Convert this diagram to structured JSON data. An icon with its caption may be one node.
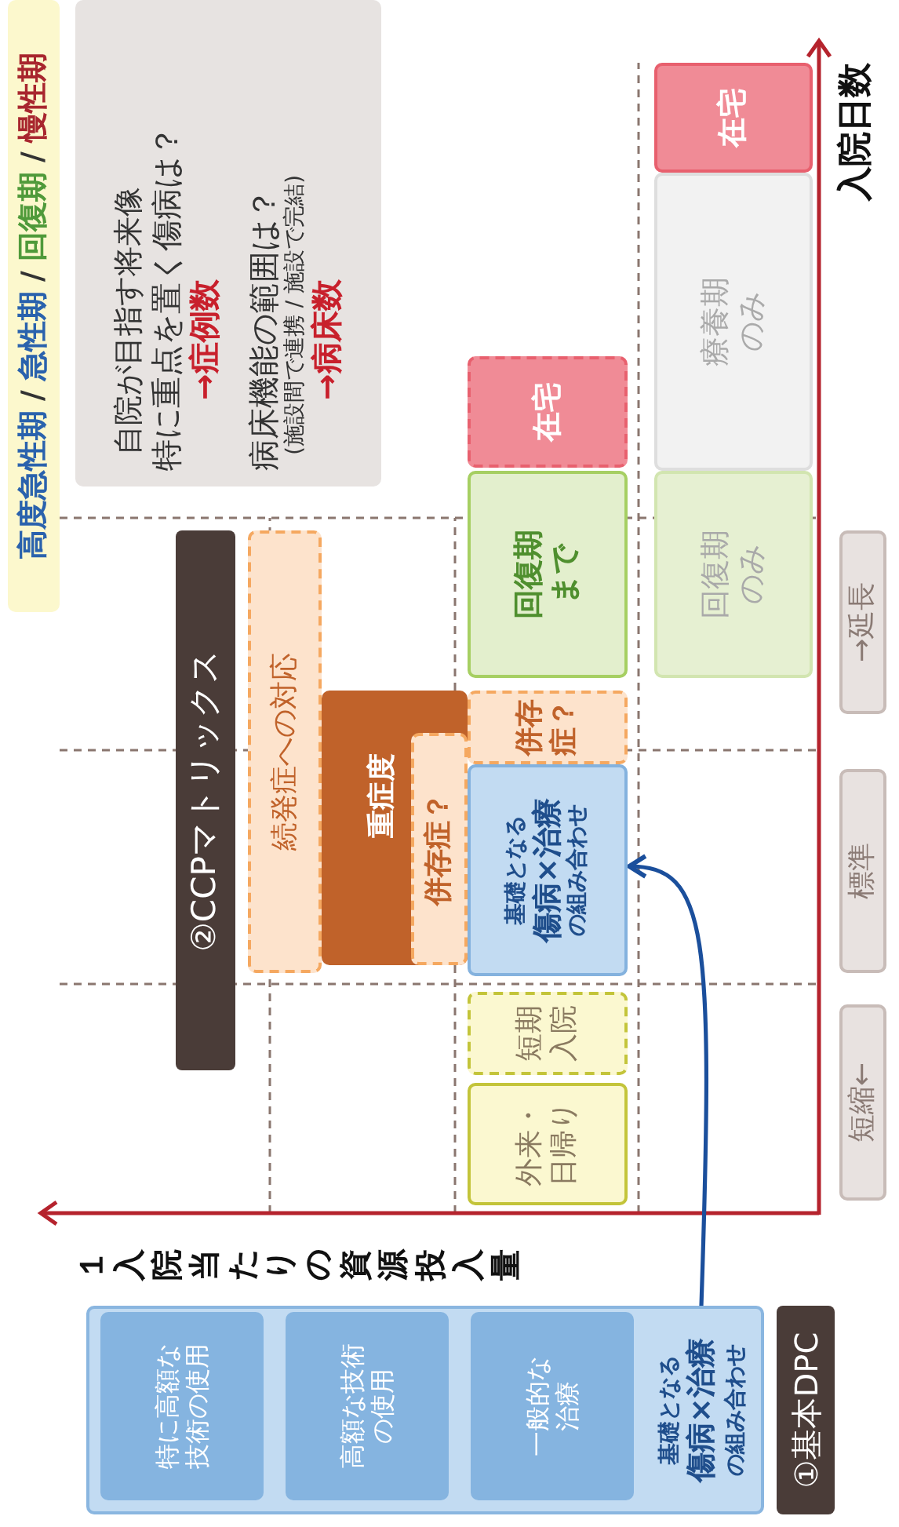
{
  "diagram": {
    "nodes": [
      {
        "text": [
          "高度急性期",
          "/",
          "急性期",
          "/",
          "回復期",
          "/",
          "慢性期"
        ]
      },
      {
        "text": [
          "自院が目指す将来像",
          "特に重点を置く傷病は？",
          "→症例数",
          "病床機能の範囲は？",
          "(施設間で連携 / 施設で完結)",
          "→病床数"
        ]
      },
      {
        "text": [
          "②CCPマトリックス"
        ]
      },
      {
        "text": [
          "続発症への対応"
        ]
      },
      {
        "text": [
          "重症度"
        ]
      },
      {
        "text": [
          "併存症？"
        ],
        "in": 4
      },
      {
        "text": [
          "外来・日帰り"
        ]
      },
      {
        "text": [
          "短期入院"
        ]
      },
      {
        "text": [
          "基礎となる",
          "傷病×治療",
          "の組み合わせ"
        ]
      },
      {
        "text": [
          "併存症？"
        ]
      },
      {
        "text": [
          "回復期まで"
        ]
      },
      {
        "text": [
          "在宅"
        ]
      },
      {
        "text": [
          "回復期のみ"
        ]
      },
      {
        "text": [
          "療養期のみ"
        ]
      },
      {
        "text": [
          "在宅"
        ]
      },
      {
        "text": [
          "短縮←"
        ]
      },
      {
        "text": [
          "標準"
        ]
      },
      {
        "text": [
          "→延長"
        ]
      },
      {
        "text": [
          "基礎となる",
          "傷病×治療",
          "の組み合わせ"
        ]
      },
      {
        "text": [
          "特に高額な技術の使用"
        ],
        "in": 18
      },
      {
        "text": [
          "高額な技術の使用"
        ],
        "in": 18
      },
      {
        "text": [
          "一般的な治療"
        ],
        "in": 18
      },
      {
        "text": [
          "①基本DPC"
        ]
      }
    ],
    "edges": [
      {
        "from": 18,
        "to": 8,
        "arrow": "to",
        "color": "#1b4f9c"
      }
    ],
    "labels": [
      "１入院当たりの資源投入量",
      "入院日数"
    ]
  }
}
